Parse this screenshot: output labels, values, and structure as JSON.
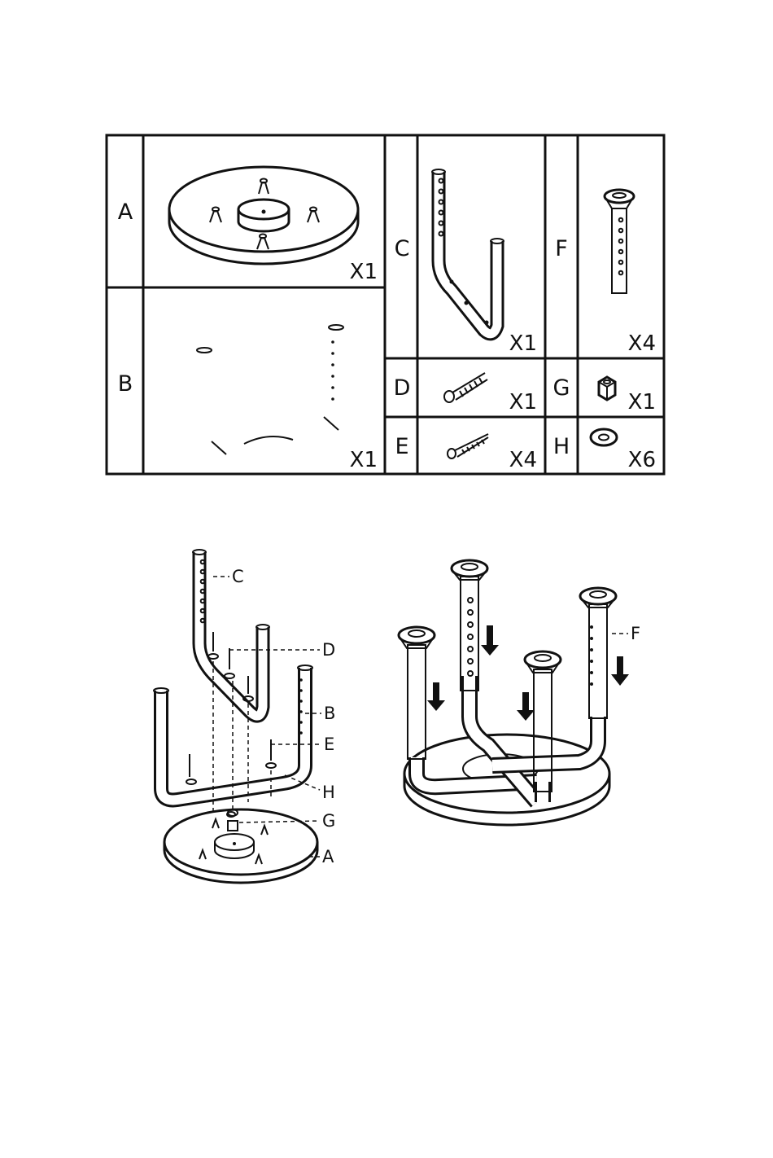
{
  "parts": [
    {
      "letter": "A",
      "qty": "X1",
      "name": "seat-top"
    },
    {
      "letter": "B",
      "qty": "X1",
      "name": "u-frame-b"
    },
    {
      "letter": "C",
      "qty": "X1",
      "name": "u-frame-c"
    },
    {
      "letter": "D",
      "qty": "X1",
      "name": "bolt"
    },
    {
      "letter": "E",
      "qty": "X4",
      "name": "screw"
    },
    {
      "letter": "F",
      "qty": "X4",
      "name": "leg-extension"
    },
    {
      "letter": "G",
      "qty": "X1",
      "name": "nut"
    },
    {
      "letter": "H",
      "qty": "X6",
      "name": "washer"
    }
  ],
  "assembly_callouts": [
    "C",
    "D",
    "B",
    "E",
    "H",
    "G",
    "A"
  ],
  "legs_callout": "F",
  "colors": {
    "line": "#111111",
    "background": "#ffffff"
  }
}
